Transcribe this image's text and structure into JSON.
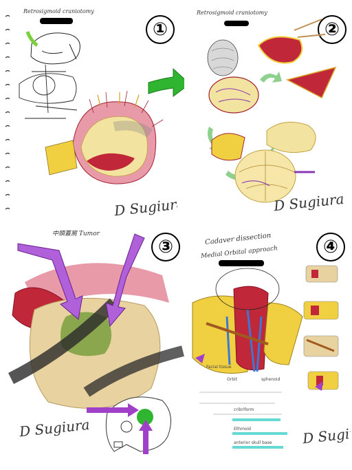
{
  "panels": [
    {
      "number": "①",
      "title": "Retrosigmoid craniotomy",
      "signature": "D Sugiura"
    },
    {
      "number": "②",
      "title": "Retrosigmoid craniotomy",
      "signature": "D Sugiura"
    },
    {
      "number": "③",
      "title": "中頭蓋窩 Tumor",
      "signature": "D Sugiura"
    },
    {
      "number": "④",
      "title": "Cadaver dissection",
      "subtitle": "Medial Orbital approach",
      "signature": "D Sugiura",
      "notes": [
        "Facial tissue",
        "Orbit",
        "sphenoid",
        "cribriform",
        "Ethmoid",
        "anterior skull base"
      ]
    }
  ],
  "colors": {
    "arrow_green": "#2fb52f",
    "arrow_purple": "#a040c8",
    "tissue_red": "#c0283a",
    "tissue_yellow": "#f0d040",
    "bone_tan": "#e8d2a0",
    "nerve_blue": "#3a78d8",
    "highlight_teal": "#40d0c8",
    "dura_pink": "#e89aa8"
  },
  "icons": {
    "transition_arrow": "green-arrow-icon",
    "approach_arrow": "purple-arrow-icon"
  }
}
